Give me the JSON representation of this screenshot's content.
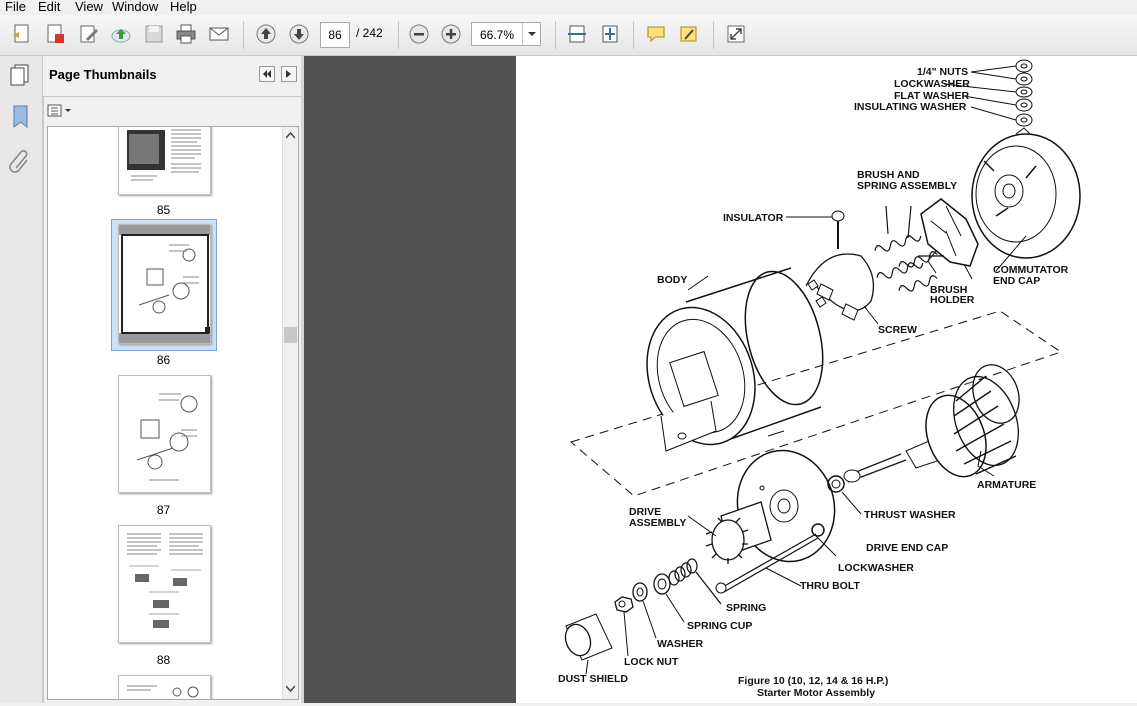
{
  "menu": [
    "File",
    "Edit",
    "View",
    "Window",
    "Help"
  ],
  "toolbar": {
    "page_current": "86",
    "page_total": "/ 242",
    "zoom": "66.7%"
  },
  "panel": {
    "title": "Page Thumbnails"
  },
  "thumbnails": [
    {
      "label": "85"
    },
    {
      "label": "86",
      "selected": true
    },
    {
      "label": "87"
    },
    {
      "label": "88"
    }
  ],
  "figure": {
    "caption_line1": "Figure 10 (10, 12, 14 & 16 H.P.)",
    "caption_line2": "Starter Motor Assembly",
    "labels": {
      "nuts": "1/4\" NUTS",
      "lockwasher_top": "LOCKWASHER",
      "flat_washer": "FLAT WASHER",
      "insulating_washer": "INSULATING WASHER",
      "brush_spring_1": "BRUSH AND",
      "brush_spring_2": "SPRING ASSEMBLY",
      "insulator": "INSULATOR",
      "body": "BODY",
      "commutator_1": "COMMUTATOR",
      "commutator_2": "END CAP",
      "brush_holder_1": "BRUSH",
      "brush_holder_2": "HOLDER",
      "screw": "SCREW",
      "armature": "ARMATURE",
      "thrust_washer": "THRUST WASHER",
      "drive_assembly_1": "DRIVE",
      "drive_assembly_2": "ASSEMBLY",
      "drive_end_cap": "DRIVE END CAP",
      "lockwasher_bottom": "LOCKWASHER",
      "thru_bolt": "THRU BOLT",
      "spring": "SPRING",
      "spring_cup": "SPRING CUP",
      "washer": "WASHER",
      "lock_nut": "LOCK NUT",
      "dust_shield": "DUST SHIELD"
    }
  }
}
